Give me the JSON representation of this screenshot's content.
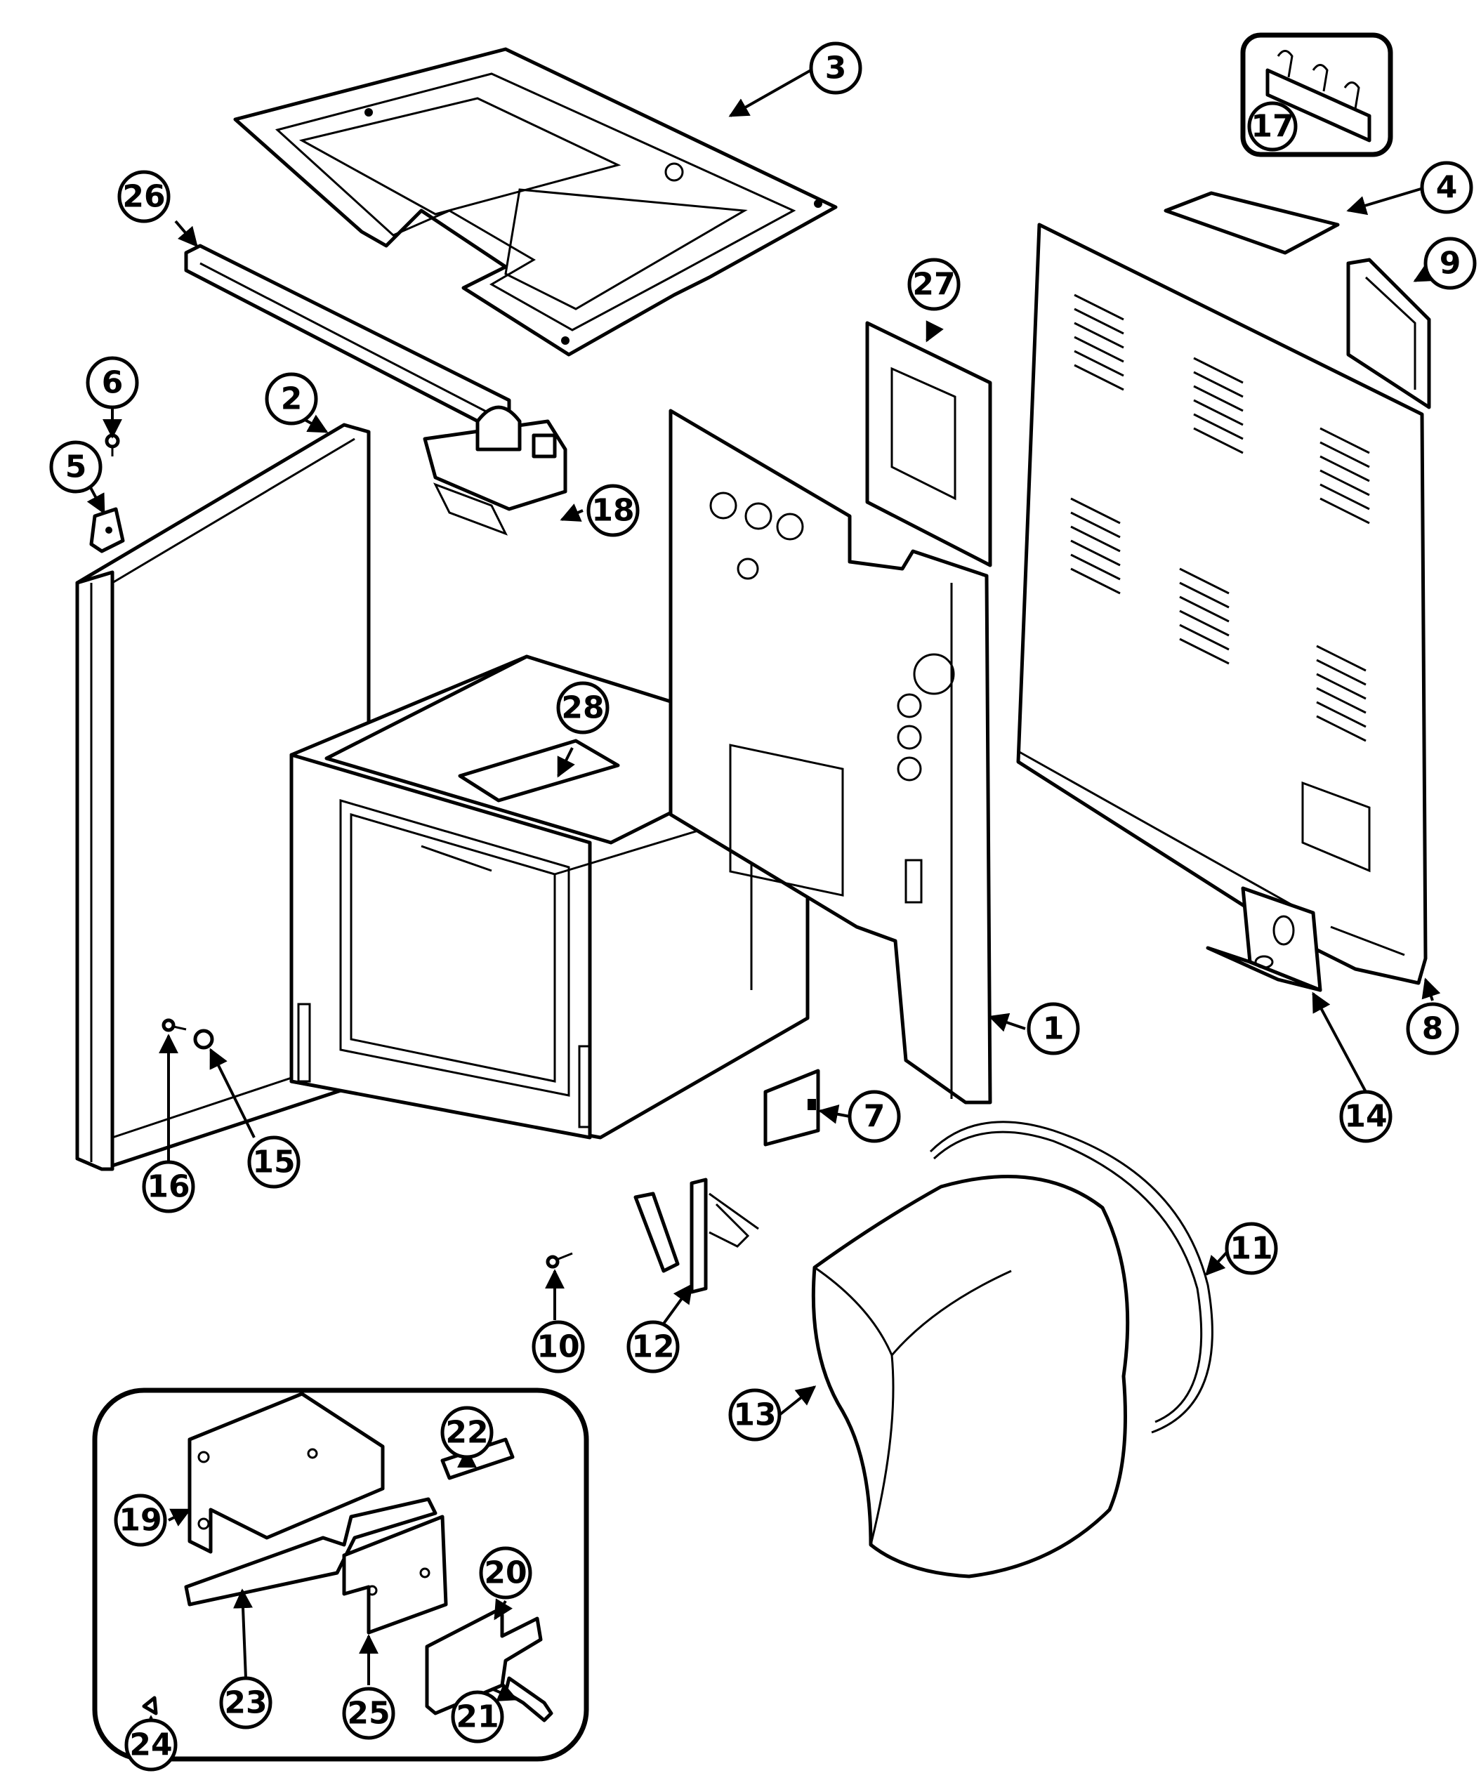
{
  "callouts": [
    {
      "label": "1"
    },
    {
      "label": "2"
    },
    {
      "label": "3"
    },
    {
      "label": "4"
    },
    {
      "label": "5"
    },
    {
      "label": "6"
    },
    {
      "label": "7"
    },
    {
      "label": "8"
    },
    {
      "label": "9"
    },
    {
      "label": "10"
    },
    {
      "label": "11"
    },
    {
      "label": "12"
    },
    {
      "label": "13"
    },
    {
      "label": "14"
    },
    {
      "label": "15"
    },
    {
      "label": "16"
    },
    {
      "label": "17"
    },
    {
      "label": "18"
    },
    {
      "label": "19"
    },
    {
      "label": "20"
    },
    {
      "label": "21"
    },
    {
      "label": "22"
    },
    {
      "label": "23"
    },
    {
      "label": "24"
    },
    {
      "label": "25"
    },
    {
      "label": "26"
    },
    {
      "label": "27"
    },
    {
      "label": "28"
    }
  ]
}
